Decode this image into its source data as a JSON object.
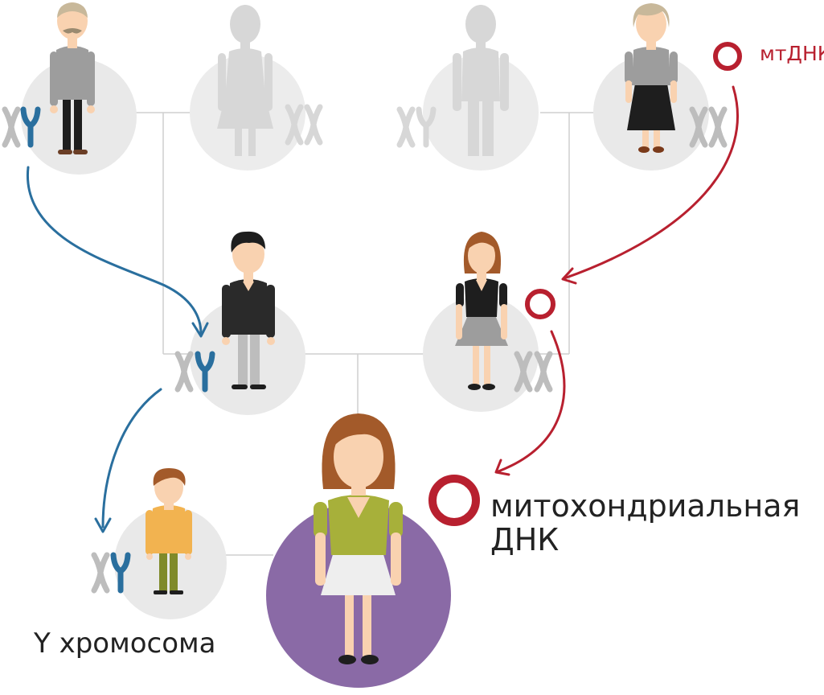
{
  "labels": {
    "mtdna_short": "мтДНК",
    "mtdna_long_line1": "митохондриальная",
    "mtdna_long_line2": "ДНК",
    "y_chromosome": "Y хромосома"
  },
  "colors": {
    "y_lineage": "#2a6f9e",
    "mt_lineage": "#b8202f",
    "connector": "#cfcfcf",
    "circle_active": "#e9e9e9",
    "circle_inactive": "#ececec",
    "ghost_figure": "#d7d7d7",
    "chromosome_grey": "#bdbdbd",
    "skin": "#f9d2b0",
    "subject_circle": "#8a6aa6",
    "text_dark": "#222222"
  },
  "people": [
    {
      "role": "paternal-grandfather",
      "sex": "male",
      "chromosomes": "XY",
      "y_highlight": true,
      "faded": false
    },
    {
      "role": "paternal-grandmother",
      "sex": "female",
      "chromosomes": "XX",
      "faded": true
    },
    {
      "role": "maternal-grandfather",
      "sex": "male",
      "chromosomes": "XY",
      "faded": true
    },
    {
      "role": "maternal-grandmother",
      "sex": "female",
      "chromosomes": "XX",
      "faded": false,
      "mt_source": true
    },
    {
      "role": "father",
      "sex": "male",
      "chromosomes": "XY",
      "y_highlight": true,
      "faded": false
    },
    {
      "role": "mother",
      "sex": "female",
      "chromosomes": "XX",
      "faded": false
    },
    {
      "role": "brother",
      "sex": "male",
      "chromosomes": "XY",
      "y_highlight": true,
      "faded": false
    },
    {
      "role": "subject",
      "sex": "female",
      "faded": false
    }
  ]
}
